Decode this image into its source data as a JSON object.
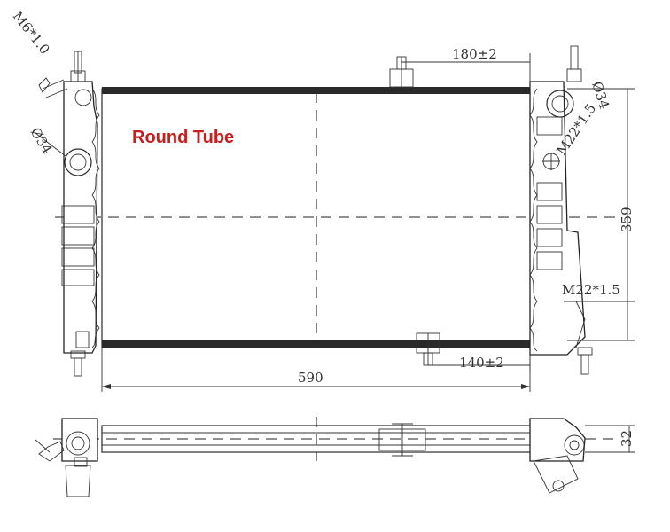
{
  "title": "Round Tube",
  "colors": {
    "title": "#c81e1e",
    "line": "#2b2b2b"
  },
  "dimensions": {
    "width": "590",
    "height": "359",
    "thickness": "32",
    "bracket_top": "180±2",
    "bracket_bottom": "140±2",
    "thread_left": "M6*1.0",
    "thread_right_top": "M22*1.5",
    "thread_right_bottom": "M22*1.5",
    "pipe_left": "Ø34",
    "pipe_right": "Ø34"
  }
}
